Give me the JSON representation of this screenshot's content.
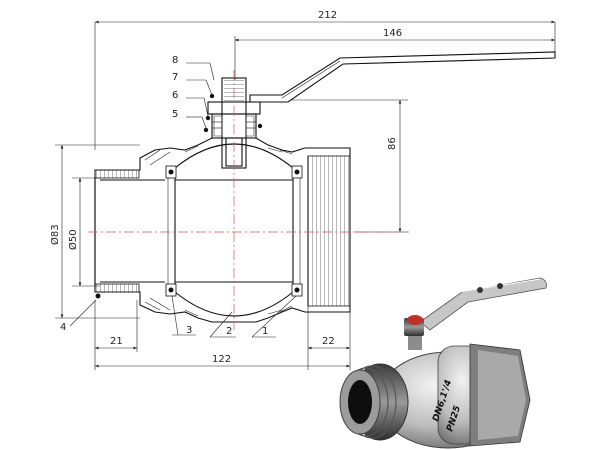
{
  "dimensions": {
    "overall_length_handle": "212",
    "handle_length": "146",
    "height_to_axis": "86",
    "outer_diameter": "Ø83",
    "bore_diameter": "Ø50",
    "thread_length_left": "21",
    "thread_length_right": "22",
    "body_length": "122"
  },
  "callouts": [
    "1",
    "2",
    "3",
    "4",
    "5",
    "6",
    "7",
    "8"
  ],
  "photo": {
    "body_marking_top": "DN6,1'/4",
    "body_marking_bottom": "PN25"
  },
  "colors": {
    "line": "#111111",
    "center_line": "#d9534f",
    "handle_red": "#c0302a",
    "brass": "#c9c9c9"
  }
}
